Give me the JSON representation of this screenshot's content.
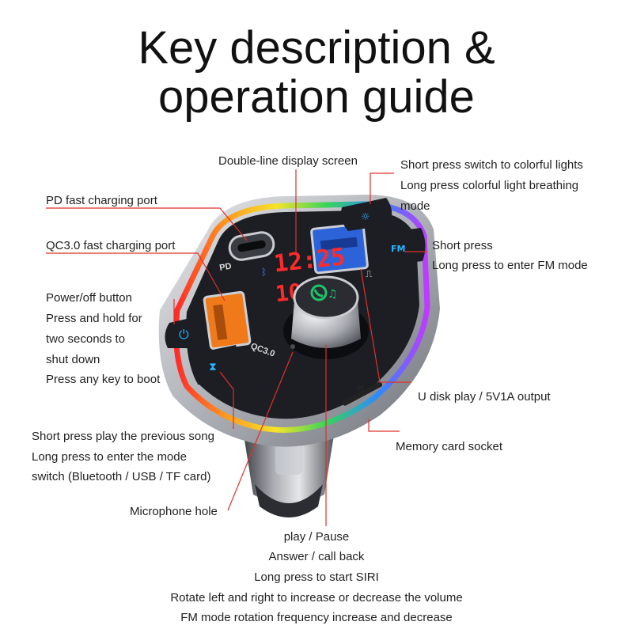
{
  "title": {
    "line1": "Key description &",
    "line2": "operation guide"
  },
  "labels": {
    "display_screen": "Double-line display screen",
    "lights": [
      "Short press switch to colorful lights",
      "Long press colorful light breathing",
      "mode"
    ],
    "fm": [
      "Short press",
      "Long press to enter FM mode"
    ],
    "pd_port": "PD fast charging port",
    "qc_port": "QC3.0 fast charging port",
    "power": [
      "Power/off button",
      "Press and hold for",
      "two seconds to",
      "shut down",
      "Press any key to boot"
    ],
    "usb_output": "U disk play / 5V1A output",
    "memory": "Memory card socket",
    "mode": [
      "Short press play the previous song",
      "Long press to enter the mode",
      "switch (Bluetooth / USB / TF card)"
    ],
    "mic": "Microphone hole",
    "knob": [
      "play / Pause",
      "Answer / call back",
      "Long press to start SIRI",
      "Rotate left and right to increase or decrease the volume",
      "FM mode rotation frequency increase and decrease"
    ]
  },
  "device": {
    "pd_label": "PD",
    "qc_label": "QC3.0",
    "display_top": "12:25",
    "display_bottom": "108",
    "colors": {
      "leader": "#e0302a",
      "body": "#b9bcc2",
      "face": "#1c1e24",
      "usb_orange": "#f07a1a",
      "usb_blue": "#2d63d8",
      "display_red": "#ff2a2a",
      "knob_green": "#1fc36b"
    },
    "icons": [
      "power-icon",
      "bluetooth-icon",
      "light-icon",
      "fm-icon",
      "mode-icon",
      "phone-icon"
    ]
  }
}
